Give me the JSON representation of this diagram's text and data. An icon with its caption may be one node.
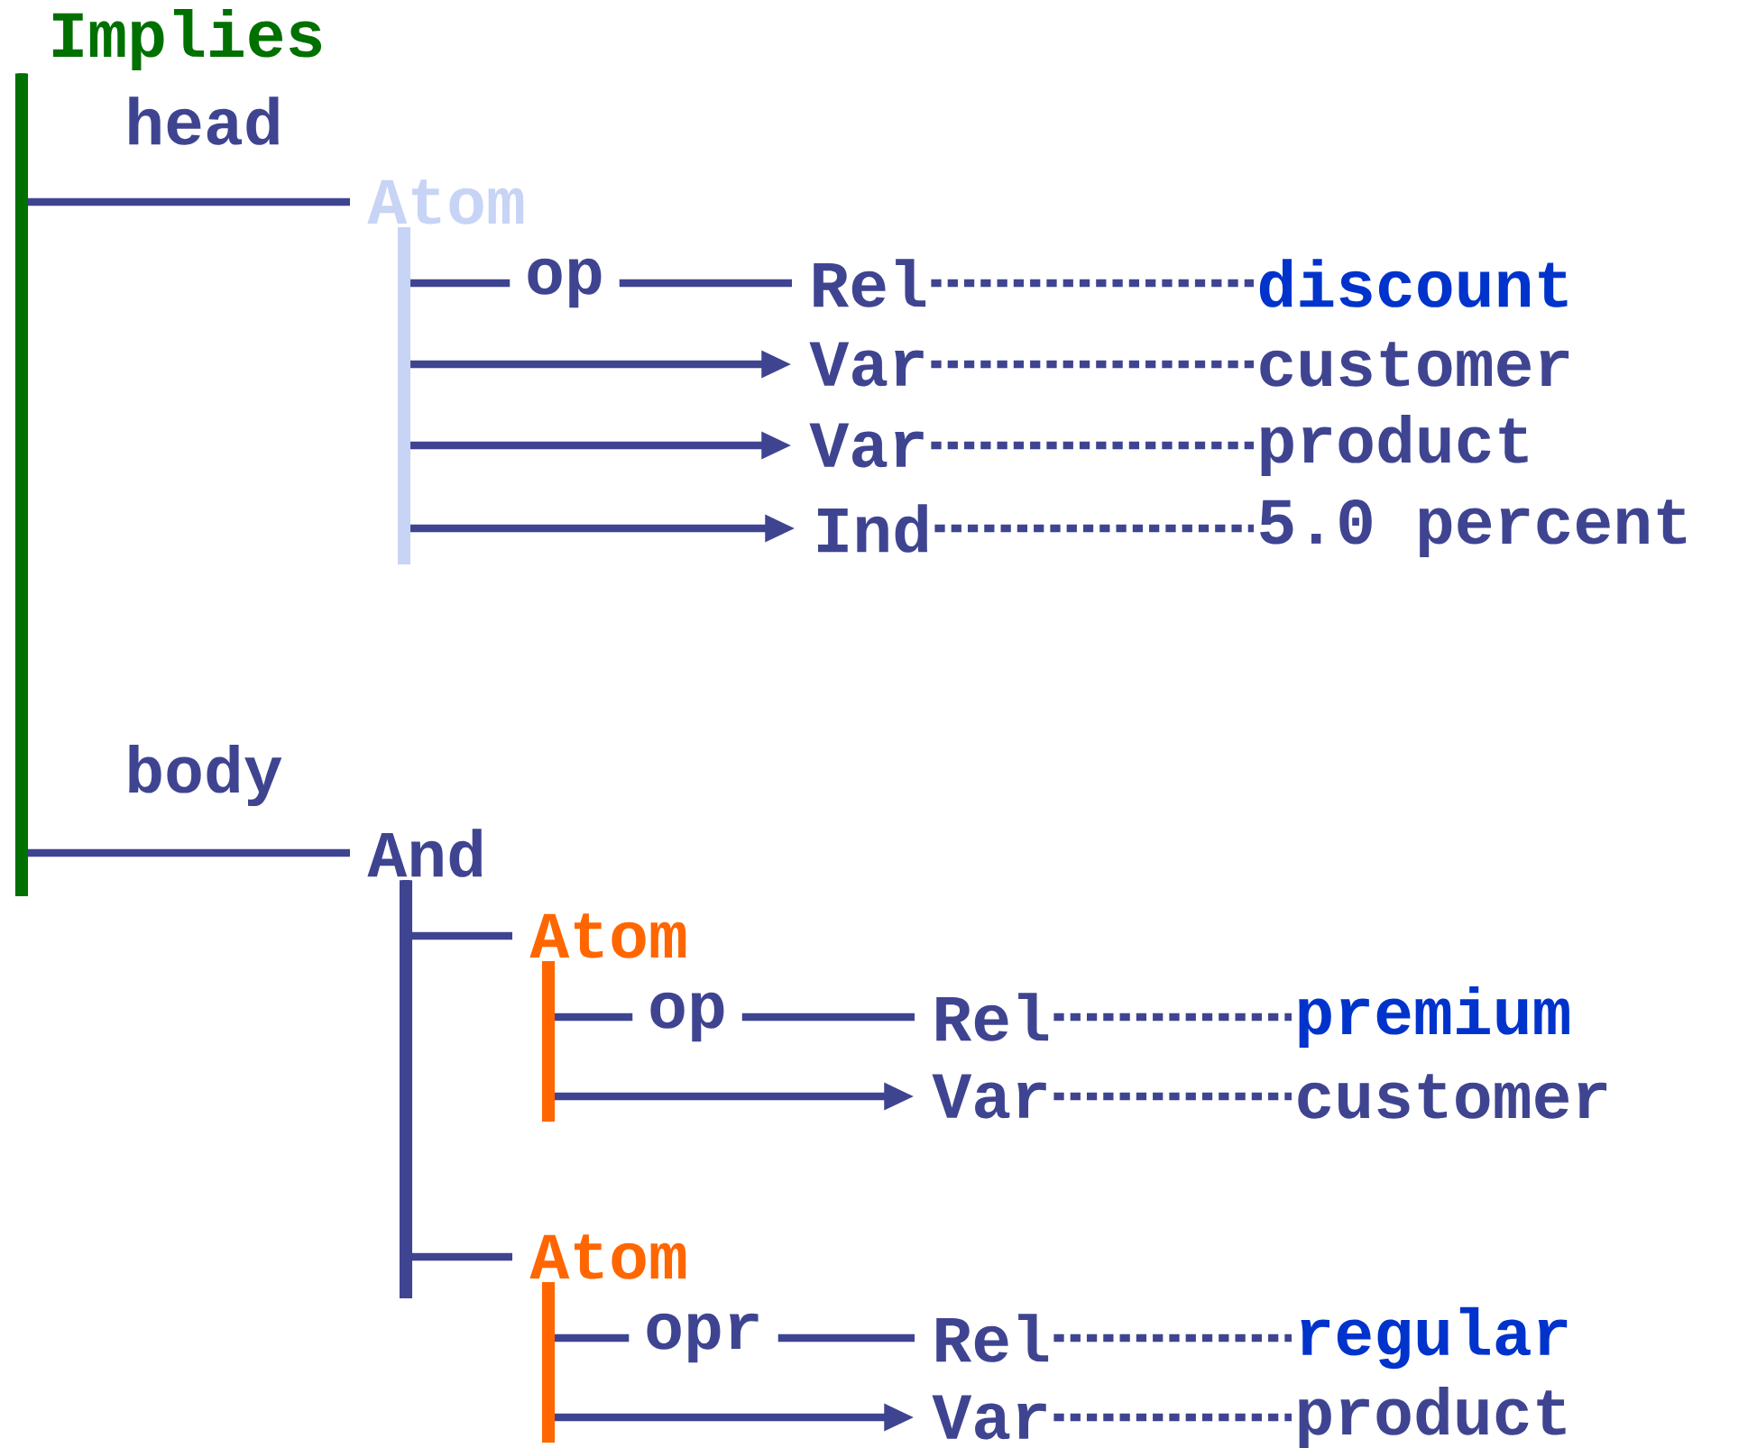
{
  "diagram": {
    "nodes": [
      {
        "text": [
          "Implies"
        ]
      },
      {
        "text": [
          "Atom"
        ]
      },
      {
        "text": [
          "Rel"
        ]
      },
      {
        "text": [
          "discount"
        ]
      },
      {
        "text": [
          "Var"
        ]
      },
      {
        "text": [
          "customer"
        ]
      },
      {
        "text": [
          "Var"
        ]
      },
      {
        "text": [
          "product"
        ]
      },
      {
        "text": [
          "Ind"
        ]
      },
      {
        "text": [
          "5.0 percent"
        ]
      },
      {
        "text": [
          "And"
        ]
      },
      {
        "text": [
          "Atom"
        ]
      },
      {
        "text": [
          "Rel"
        ]
      },
      {
        "text": [
          "premium"
        ]
      },
      {
        "text": [
          "Var"
        ]
      },
      {
        "text": [
          "customer"
        ]
      },
      {
        "text": [
          "Atom"
        ]
      },
      {
        "text": [
          "Rel"
        ]
      },
      {
        "text": [
          "regular"
        ]
      },
      {
        "text": [
          "Var"
        ]
      },
      {
        "text": [
          "product"
        ]
      }
    ],
    "edges": [
      {
        "from": 0,
        "to": 1,
        "arrow": "none",
        "label": "head"
      },
      {
        "from": 1,
        "to": 2,
        "arrow": "none",
        "label": "op"
      },
      {
        "from": 1,
        "to": 4,
        "arrow": "to"
      },
      {
        "from": 1,
        "to": 6,
        "arrow": "to"
      },
      {
        "from": 1,
        "to": 8,
        "arrow": "to"
      },
      {
        "from": 2,
        "to": 3,
        "arrow": "none",
        "style": "dashed"
      },
      {
        "from": 4,
        "to": 5,
        "arrow": "none",
        "style": "dashed"
      },
      {
        "from": 6,
        "to": 7,
        "arrow": "none",
        "style": "dashed"
      },
      {
        "from": 8,
        "to": 9,
        "arrow": "none",
        "style": "dashed"
      },
      {
        "from": 0,
        "to": 10,
        "arrow": "none",
        "label": "body"
      },
      {
        "from": 10,
        "to": 11,
        "arrow": "none"
      },
      {
        "from": 10,
        "to": 16,
        "arrow": "none"
      },
      {
        "from": 11,
        "to": 12,
        "arrow": "none",
        "label": "op"
      },
      {
        "from": 11,
        "to": 14,
        "arrow": "to"
      },
      {
        "from": 12,
        "to": 13,
        "arrow": "none",
        "style": "dashed"
      },
      {
        "from": 14,
        "to": 15,
        "arrow": "none",
        "style": "dashed"
      },
      {
        "from": 16,
        "to": 17,
        "arrow": "none",
        "label": "opr"
      },
      {
        "from": 16,
        "to": 19,
        "arrow": "to"
      },
      {
        "from": 17,
        "to": 18,
        "arrow": "none",
        "style": "dashed"
      },
      {
        "from": 19,
        "to": 20,
        "arrow": "none",
        "style": "dashed"
      }
    ]
  }
}
